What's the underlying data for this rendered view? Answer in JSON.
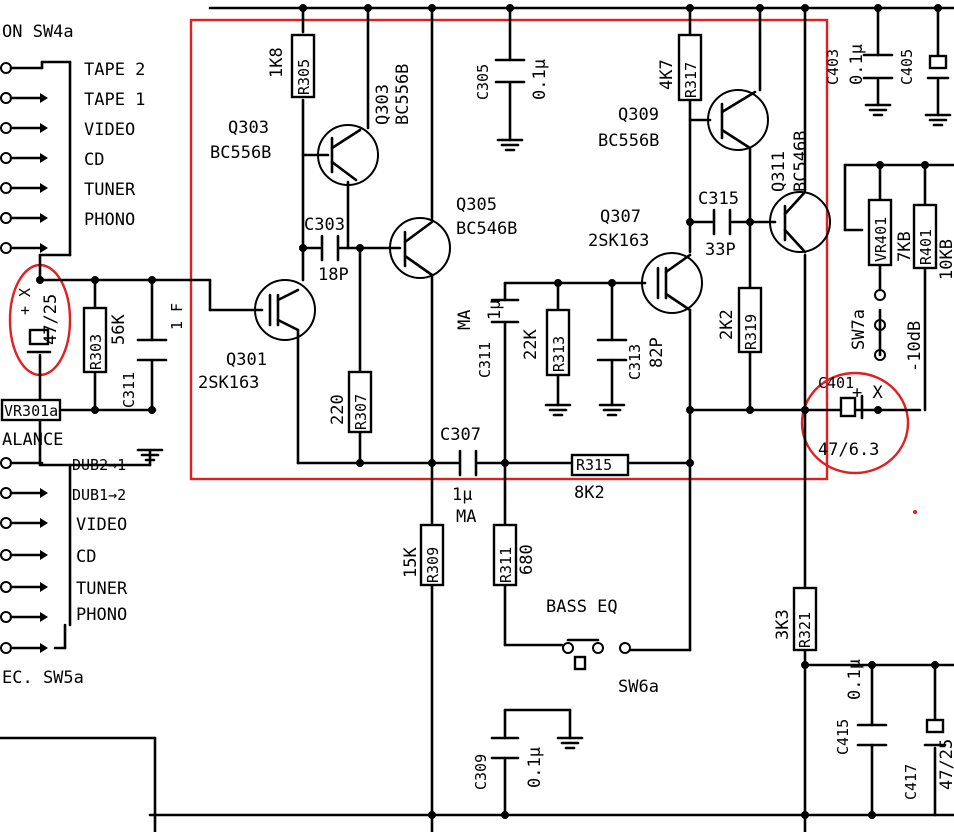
{
  "left_panel": {
    "sw4_top": "ON  SW4a",
    "inputs_top": [
      "TAPE 2",
      "TAPE 1",
      "VIDEO",
      "CD",
      "TUNER",
      "PHONO"
    ],
    "c_left_value": "47/25",
    "c_left_pol": "+ X",
    "r303": "R303",
    "r303_value": "56K",
    "c_left2": "C311",
    "c_left2_val": "1 F",
    "vr_label": "VR301a",
    "balance": "ALANCE",
    "inputs_bottom": [
      "DUB2→1",
      "DUB1→2",
      "VIDEO",
      "CD",
      "TUNER",
      "PHONO"
    ],
    "sw5": "EC. SW5a"
  },
  "components": {
    "r305": "R305",
    "r305_value": "1K8",
    "q303": "Q303",
    "q303_type": "BC556B",
    "q303_rot": "Q303",
    "q303_rot_type": "BC556B",
    "c305": "C305",
    "c305_value": "0.1μ",
    "q305": "Q305",
    "q305_type": "BC546B",
    "c303": "C303",
    "c303_value": "18P",
    "q301": "Q301",
    "q301_type": "2SK163",
    "r307": "R307",
    "r307_value": "220",
    "c311": "C311",
    "c311_value": "1μ",
    "c311_ma": "MA",
    "r313": "R313",
    "r313_value": "22K",
    "c313": "C313",
    "c313_value": "82P",
    "q307": "Q307",
    "q307_type": "2SK163",
    "r317": "R317",
    "r317_value": "4K7",
    "q309": "Q309",
    "q309_type": "BC556B",
    "q311": "Q311",
    "q311_type": "BC546B",
    "c315": "C315",
    "c315_value": "33P",
    "r319": "R319",
    "r319_value": "2K2",
    "c307": "C307",
    "c307_value": "1μ",
    "c307_ma": "MA",
    "r315": "R315",
    "r315_value": "8K2",
    "r309": "R309",
    "r309_value": "15K",
    "r311": "R311",
    "r311_value": "680",
    "bass_eq": "BASS  EQ",
    "sw6": "SW6a",
    "c309": "C309",
    "c309_value": "0.1μ",
    "r321": "R321",
    "r321_value": "3K3"
  },
  "right_panel": {
    "c403": "C403",
    "c403_value": "0.1μ",
    "c405": "C405",
    "vr401": "VR401",
    "vr401_value": "7KB",
    "r401": "R401",
    "r401_value": "10KB",
    "sw7": "SW7a",
    "sw7_value": "-10dB",
    "c401": "C401",
    "c401_value": "47/6.3",
    "c401_pol": "+ X",
    "c415": "C415",
    "c415_value": "0.1μ",
    "c417": "C417",
    "c417_value": "47/25"
  },
  "colors": {
    "ink": "#000000",
    "highlight": "#e02020",
    "paper": "#ffffff"
  }
}
